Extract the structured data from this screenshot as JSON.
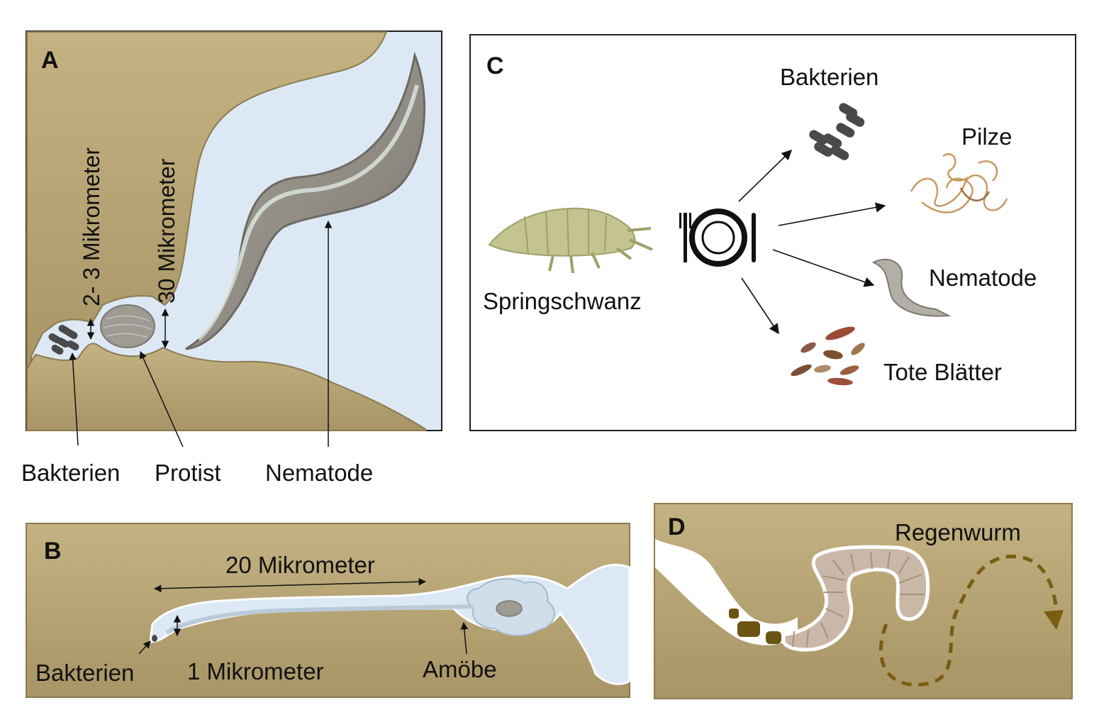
{
  "panels": {
    "a": {
      "letter": "A",
      "measure_small": "2- 3 Mikrometer",
      "measure_large": "30 Mikrometer",
      "label_bacteria": "Bakterien",
      "label_protist": "Protist",
      "label_nematode": "Nematode"
    },
    "b": {
      "letter": "B",
      "measure_length": "20 Mikrometer",
      "measure_width": "1 Mikrometer",
      "label_bacteria": "Bakterien",
      "label_amoeba": "Amöbe"
    },
    "c": {
      "letter": "C",
      "label_springtail": "Springschwanz",
      "label_bacteria": "Bakterien",
      "label_fungi": "Pilze",
      "label_nematode": "Nematode",
      "label_leaves": "Tote Blätter"
    },
    "d": {
      "letter": "D",
      "label_earthworm": "Regenwurm"
    }
  },
  "colors": {
    "soil": "#b7a374",
    "soil_dark": "#8c7b50",
    "pore_water": "#dce9f5",
    "worm_grey": "#8f8a82",
    "earthworm": "#c9b8a8",
    "trail": "#7a5c12",
    "bacteria": "#4a4a4a"
  }
}
